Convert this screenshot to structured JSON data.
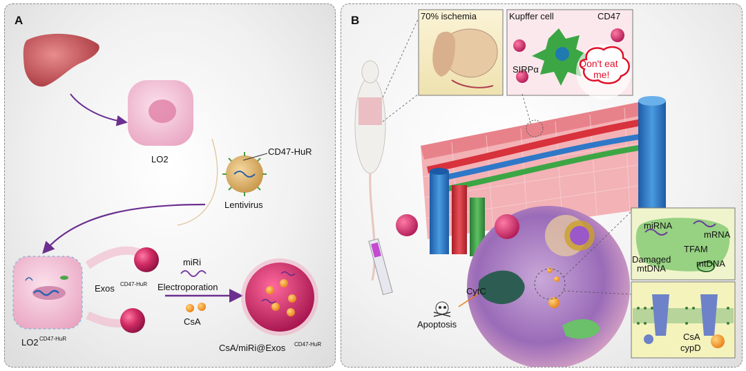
{
  "panel_a": {
    "label": "A",
    "cell_label": "LO2",
    "construct_label": "CD47-HuR",
    "virus_label": "Lentivirus",
    "engineered_cell_label": "LO2",
    "engineered_cell_sup": "CD47-HuR",
    "exos_label": "Exos",
    "exos_sup": "CD47-HuR",
    "mirna_label": "miRi",
    "process_label": "Electroporation",
    "drug_label": "CsA",
    "product_label": "CsA/miRi@Exos",
    "product_sup": "CD47-HuR"
  },
  "panel_b": {
    "label": "B",
    "ischemia_label": "70% ischemia",
    "kupffer_label": "Kupffer cell",
    "cd47_label": "CD47",
    "sirpa_label": "SIRPα",
    "speech_line1": "Don't eat",
    "speech_line2": "me!",
    "cytc_label": "CytC",
    "apoptosis_label": "Apoptosis",
    "mirna_label": "miRNA",
    "mrna_label": "mRNA",
    "tfam_label": "TFAM",
    "damaged_label_1": "Damaged",
    "damaged_label_2": "mtDNA",
    "mtdna_label": "mtDNA",
    "csa_label": "CsA",
    "cypd_label": "cypD"
  },
  "colors": {
    "liver": "#c8575a",
    "cell_pink": "#f2b7cf",
    "exosome": "#d8336a",
    "arrow_purple": "#6b2f8f",
    "speech_red": "#e0102a",
    "kupffer_green": "#3ca645",
    "vessel_blue": "#2f78c8",
    "vessel_red": "#d8323c",
    "csa_orange": "#f39a1c"
  }
}
